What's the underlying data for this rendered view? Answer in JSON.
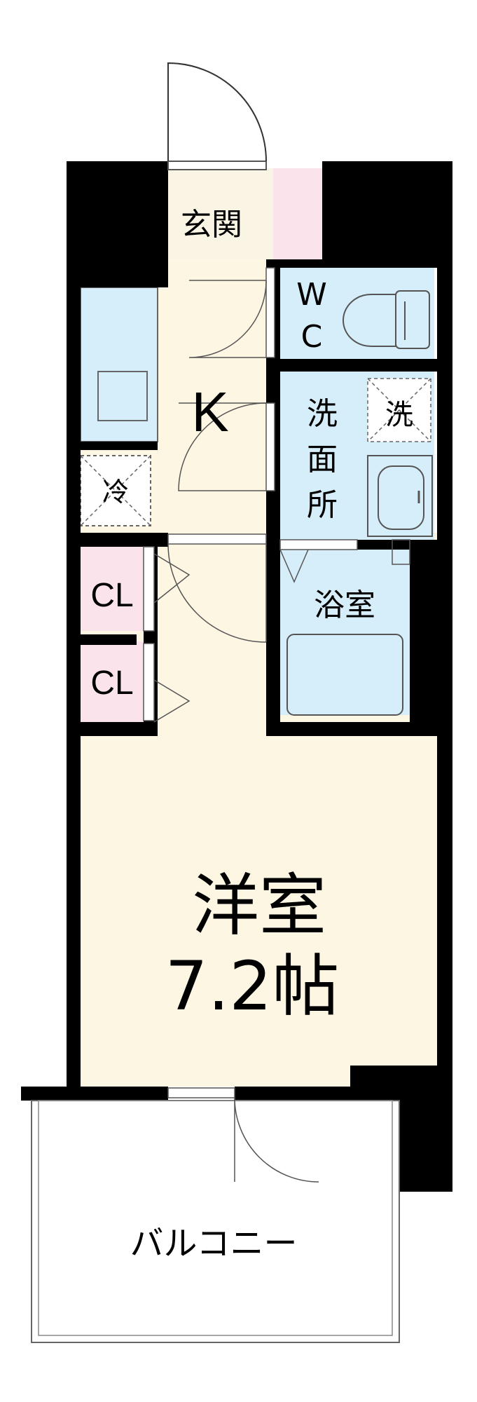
{
  "rooms": {
    "genkan": {
      "label": "玄関",
      "color": "#f9f4e4"
    },
    "wc": {
      "label_top": "W",
      "label_bottom": "C",
      "color": "#d6eef9"
    },
    "kitchen": {
      "label": "K",
      "color": "#fdf6e3"
    },
    "senmen": {
      "label_1": "洗",
      "label_2": "面",
      "label_3": "所",
      "color": "#d6eef9"
    },
    "washer": {
      "label": "洗"
    },
    "fridge": {
      "label": "冷"
    },
    "closet_upper": {
      "label": "CL",
      "color": "#fbe3ec"
    },
    "closet_lower": {
      "label": "CL",
      "color": "#fbe3ec"
    },
    "bath": {
      "label": "浴室",
      "color": "#d6eef9"
    },
    "western_room": {
      "label": "洋室",
      "size": "7.2帖",
      "color": "#fdf6e3"
    },
    "balcony": {
      "label": "バルコニー"
    }
  },
  "colors": {
    "wall": "#000000",
    "shoe_box": "#fbe3ec",
    "counter": "#d6eef9",
    "line": "#333333"
  }
}
